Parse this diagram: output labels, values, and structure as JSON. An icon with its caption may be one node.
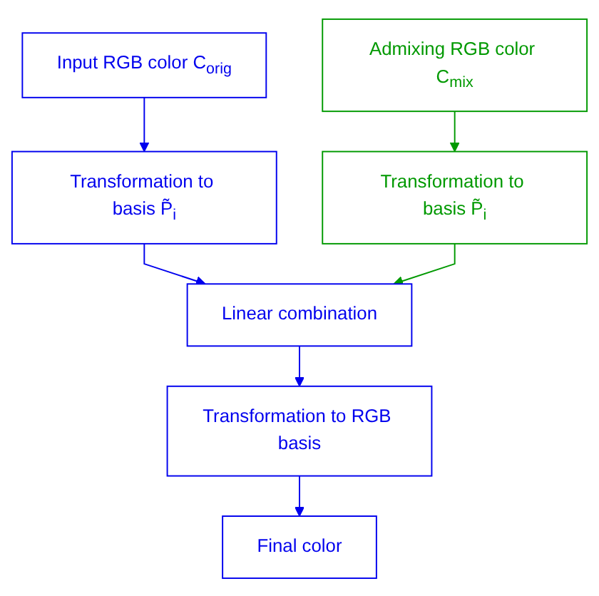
{
  "diagram": {
    "nodes": [
      {
        "text": [
          "Input RGB color C$_{orig}$"
        ]
      },
      {
        "text": [
          "Admixing RGB color C$_{mix}$"
        ]
      },
      {
        "text": [
          "Transformation to basis P̃$_{i}$"
        ]
      },
      {
        "text": [
          "Transformation to basis P̃$_{i}$"
        ]
      },
      {
        "text": [
          "Linear combination"
        ]
      },
      {
        "text": [
          "Transformation to RGB basis"
        ]
      },
      {
        "text": [
          "Final color"
        ]
      }
    ],
    "edges": [
      {
        "from": 0,
        "to": 2,
        "arrow": "to"
      },
      {
        "from": 1,
        "to": 3,
        "arrow": "to",
        "color": "#009900"
      },
      {
        "from": 2,
        "to": 4,
        "arrow": "to"
      },
      {
        "from": 3,
        "to": 4,
        "arrow": "to",
        "color": "#009900"
      },
      {
        "from": 4,
        "to": 5,
        "arrow": "to"
      },
      {
        "from": 5,
        "to": 6,
        "arrow": "to"
      }
    ]
  }
}
